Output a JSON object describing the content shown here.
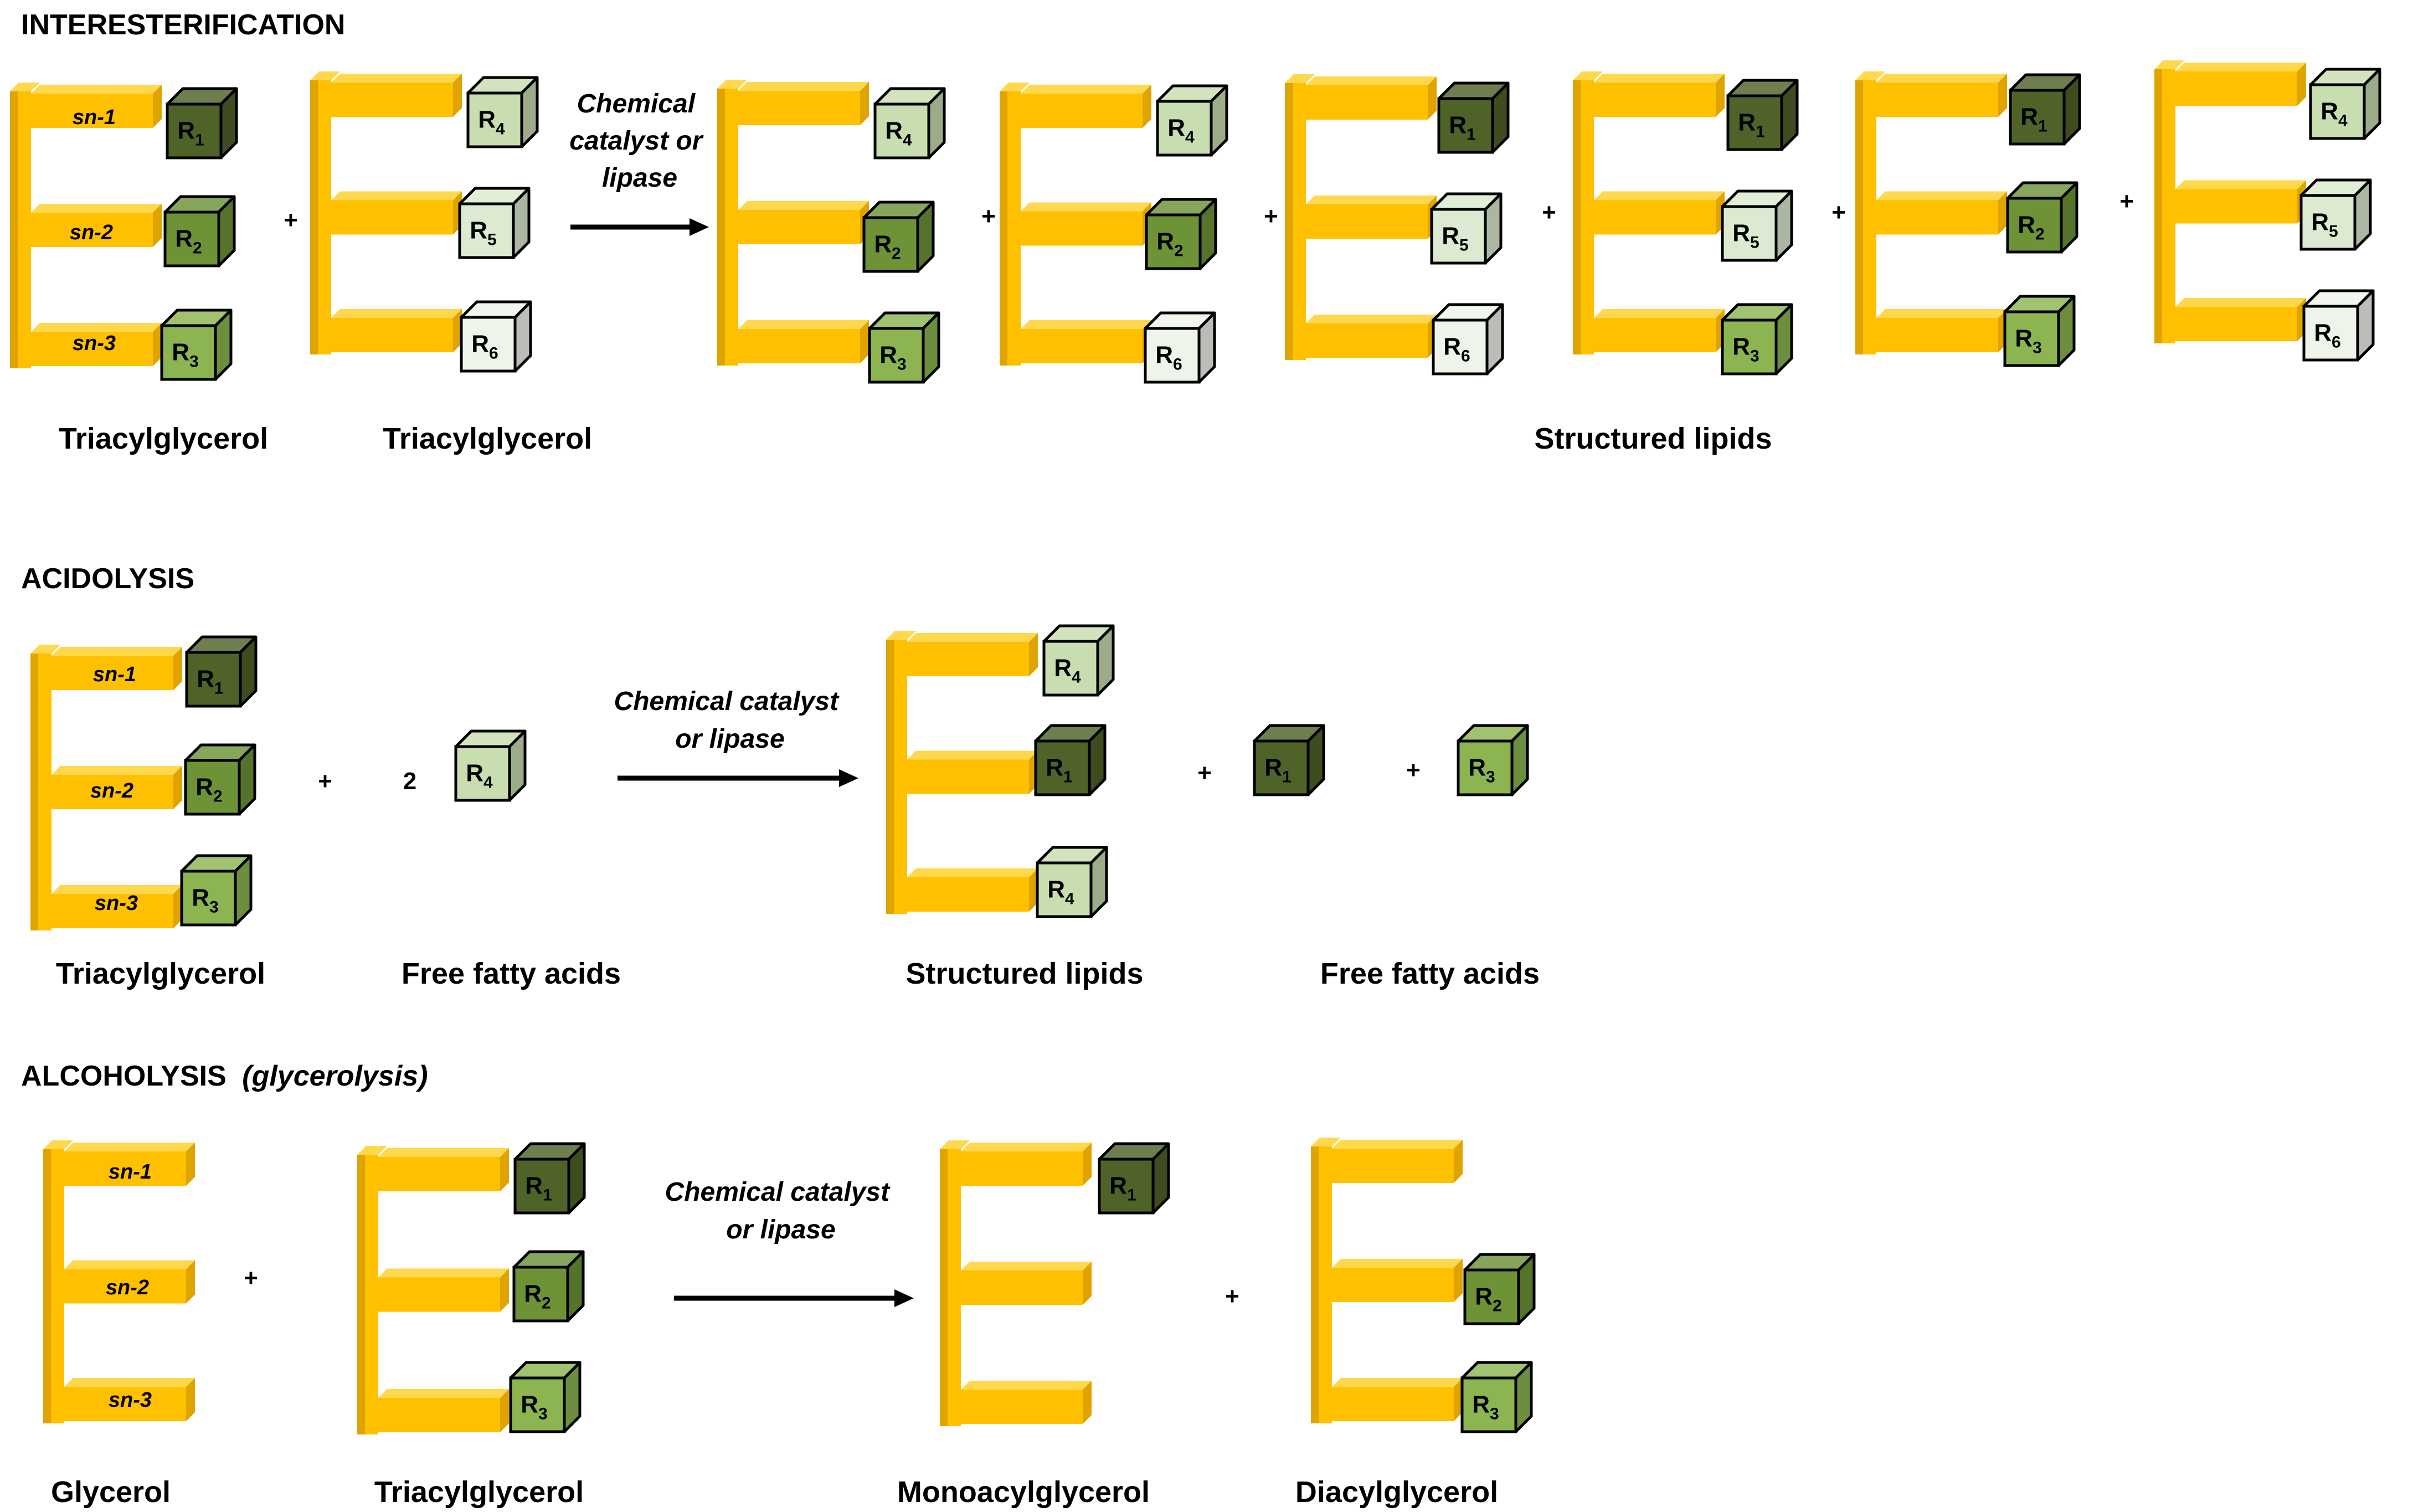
{
  "colors": {
    "glycerol_front": "#ffc000",
    "glycerol_top": "#ffd84d",
    "glycerol_side": "#e0a400",
    "glycerol_edge": "#c99400",
    "glycerol_label_text": "#1a1a1a",
    "R1": "#4f6228",
    "R2": "#6e9337",
    "R3": "#8cb551",
    "R4": "#c8ddb0",
    "R5": "#dbead0",
    "R6": "#eef4ea",
    "cube_edge": "#000000",
    "arrow": "#000000",
    "text": "#000000"
  },
  "positions": {
    "sn1": "sn-1",
    "sn2": "sn-2",
    "sn3": "sn-3"
  },
  "operator_plus": "+",
  "fatty_acid_labels": {
    "R1": {
      "letter": "R",
      "sub": "1"
    },
    "R2": {
      "letter": "R",
      "sub": "2"
    },
    "R3": {
      "letter": "R",
      "sub": "3"
    },
    "R4": {
      "letter": "R",
      "sub": "4"
    },
    "R5": {
      "letter": "R",
      "sub": "5"
    },
    "R6": {
      "letter": "R",
      "sub": "6"
    }
  },
  "interesterification": {
    "title": "INTERESTERIFICATION",
    "catalyst_lines": [
      "Chemical",
      "catalyst or",
      "lipase"
    ],
    "label_tag1": "Triacylglycerol",
    "label_tag2": "Triacylglycerol",
    "label_products": "Structured lipids"
  },
  "acidolysis": {
    "title": "ACIDOLYSIS",
    "coefficient": "2",
    "catalyst_lines": [
      "Chemical catalyst",
      "or lipase"
    ],
    "label_tag": "Triacylglycerol",
    "label_ffa_in": "Free fatty acids",
    "label_product": "Structured lipids",
    "label_ffa_out": "Free fatty acids"
  },
  "alcoholysis": {
    "title": "ALCOHOLYSIS",
    "title_italic": "(glycerolysis)",
    "catalyst_lines": [
      "Chemical catalyst",
      "or lipase"
    ],
    "label_glycerol": "Glycerol",
    "label_tag": "Triacylglycerol",
    "label_mag": "Monoacylglycerol",
    "label_dag": "Diacylglycerol"
  }
}
